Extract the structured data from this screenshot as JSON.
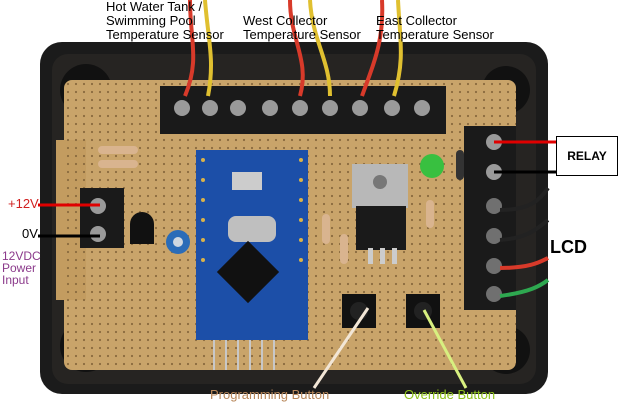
{
  "labels": {
    "hot_water": "Hot Water Tank / Swimming Pool Temperature Sensor",
    "west_collector": "West Collector Temperature Sensor",
    "east_collector": "East Collector Temperature Sensor",
    "plus_12v": "+12V",
    "zero_v": "0V",
    "power_input": "12VDC Power Input",
    "relay": "RELAY",
    "lcd": "LCD",
    "programming_button": "Programming Button",
    "override_button": "Override Button"
  },
  "colors": {
    "plus_12v": "#d02020",
    "power_input": "#8b3a8b",
    "programming_button": "#b8875a",
    "override_button": "#8fc21a"
  }
}
